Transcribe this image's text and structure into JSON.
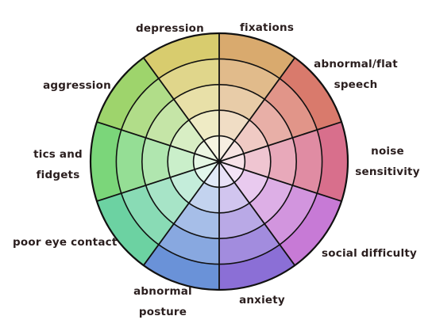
{
  "labels": {
    "depression": [
      "depression"
    ],
    "fixations": [
      "fixations"
    ],
    "abnormal_flat_speech": [
      "abnormal/flat",
      "speech"
    ],
    "noise_sensitivity": [
      "noise",
      "sensitivity"
    ],
    "social_difficulty": [
      "social difficulty"
    ],
    "anxiety": [
      "anxiety"
    ],
    "abnormal_posture": [
      "abnormal",
      "posture"
    ],
    "poor_eye_contact": [
      "poor eye contact"
    ],
    "tics_and_fidgets": [
      "tics and",
      "fidgets"
    ],
    "aggression": [
      "aggression"
    ]
  },
  "wheel": {
    "ring_count": 5,
    "segments": [
      {
        "name": "fixations",
        "color": "#d9aa6e"
      },
      {
        "name": "abnormal-flat-speech",
        "color": "#d97a6c"
      },
      {
        "name": "noise-sensitivity",
        "color": "#d86f8c"
      },
      {
        "name": "social-difficulty",
        "color": "#c77ad6"
      },
      {
        "name": "anxiety",
        "color": "#8b6fd6"
      },
      {
        "name": "abnormal-posture",
        "color": "#6a92d8"
      },
      {
        "name": "poor-eye-contact",
        "color": "#6cd2a2"
      },
      {
        "name": "tics-and-fidgets",
        "color": "#7bd67a"
      },
      {
        "name": "aggression",
        "color": "#9ed46c"
      },
      {
        "name": "depression",
        "color": "#d8cc6e"
      }
    ]
  }
}
